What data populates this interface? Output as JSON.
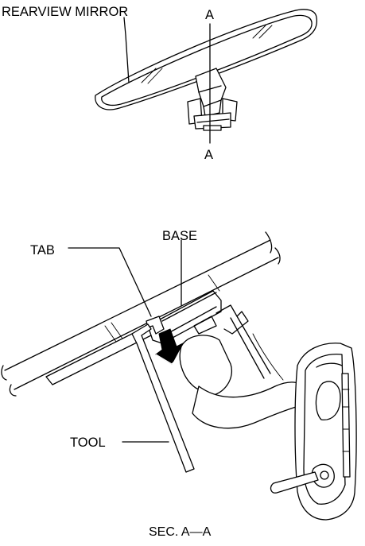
{
  "labels": {
    "rearview_mirror": "REARVIEW MIRROR",
    "section_mark_top": "A",
    "section_mark_bottom": "A",
    "base": "BASE",
    "tab": "TAB",
    "tool": "TOOL",
    "section_caption": "SEC. A—A"
  }
}
